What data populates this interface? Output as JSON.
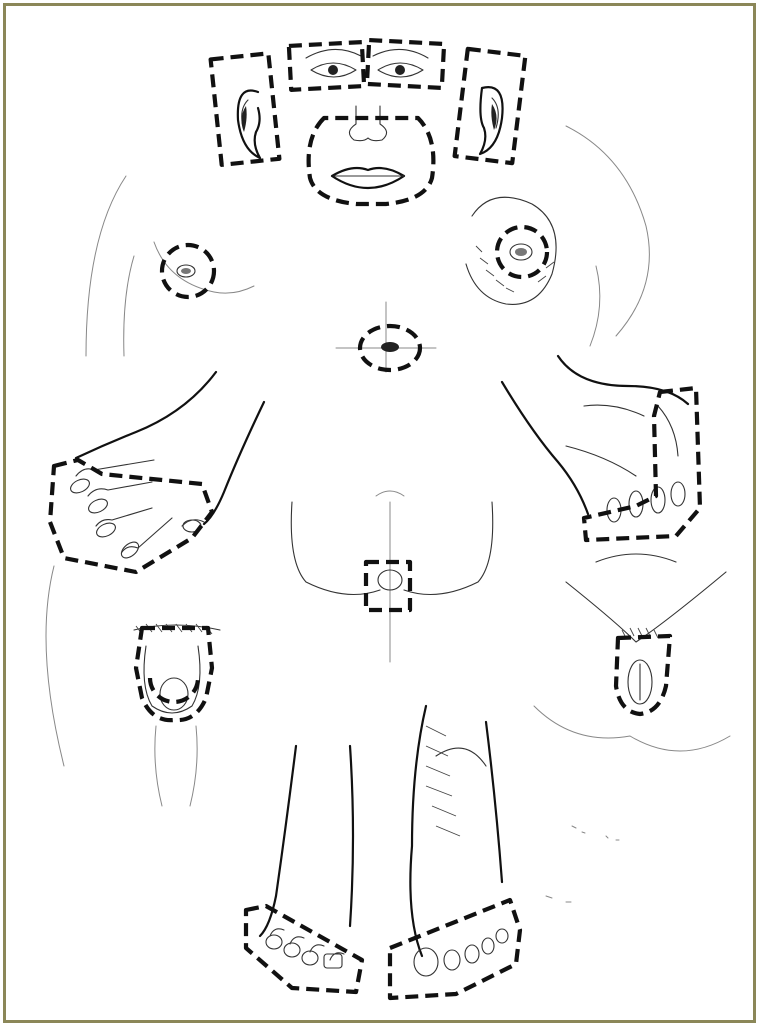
{
  "figure": {
    "frame_color": "#8b8758",
    "ink_color": "#111111",
    "background": "#ffffff"
  },
  "regions": [
    {
      "id": "right-eye",
      "shape": "dashed-rectangle"
    },
    {
      "id": "left-eye",
      "shape": "dashed-rectangle"
    },
    {
      "id": "right-ear",
      "shape": "dashed-rectangle"
    },
    {
      "id": "left-ear",
      "shape": "dashed-rectangle"
    },
    {
      "id": "nose-mouth",
      "shape": "dashed-outline"
    },
    {
      "id": "male-nipple",
      "shape": "dashed-circle"
    },
    {
      "id": "female-nipple",
      "shape": "dashed-circle"
    },
    {
      "id": "umbilicus",
      "shape": "dashed-circle"
    },
    {
      "id": "right-hand-fingers",
      "shape": "dashed-outline"
    },
    {
      "id": "left-hand-fingers",
      "shape": "dashed-outline"
    },
    {
      "id": "perineum",
      "shape": "dashed-rectangle"
    },
    {
      "id": "male-genitalia",
      "shape": "dashed-outline"
    },
    {
      "id": "female-genitalia",
      "shape": "dashed-outline"
    },
    {
      "id": "right-toes",
      "shape": "dashed-rectangle"
    },
    {
      "id": "left-toes",
      "shape": "dashed-rectangle"
    }
  ]
}
